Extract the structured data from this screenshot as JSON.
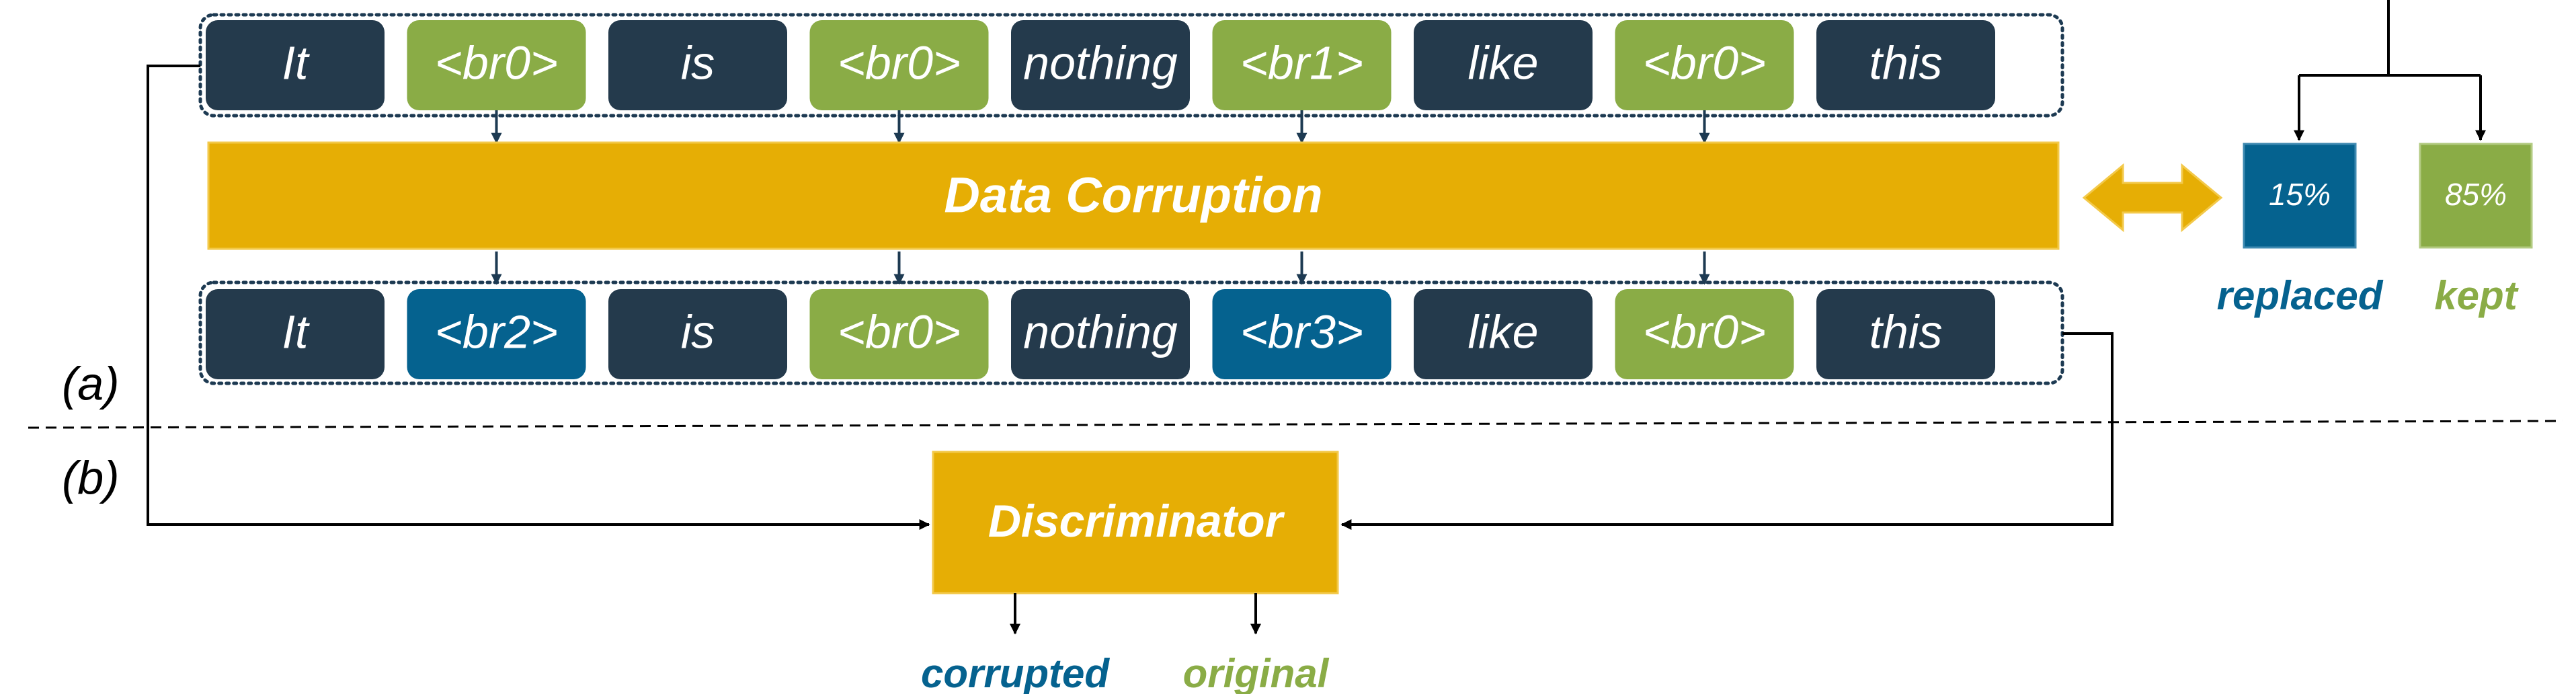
{
  "colors": {
    "dark": "#243a4c",
    "green": "#8aac46",
    "blue": "#05628f",
    "gold": "#e6ae05",
    "gold_light": "#f3c94a"
  },
  "section_labels": {
    "a": "(a)",
    "b": "(b)"
  },
  "input_tokens": [
    {
      "text": "It",
      "type": "word"
    },
    {
      "text": "<br0>",
      "type": "kept"
    },
    {
      "text": "is",
      "type": "word"
    },
    {
      "text": "<br0>",
      "type": "kept"
    },
    {
      "text": "nothing",
      "type": "word"
    },
    {
      "text": "<br1>",
      "type": "kept"
    },
    {
      "text": "like",
      "type": "word"
    },
    {
      "text": "<br0>",
      "type": "kept"
    },
    {
      "text": "this",
      "type": "word"
    }
  ],
  "corrupted_tokens": [
    {
      "text": "It",
      "type": "word"
    },
    {
      "text": "<br2>",
      "type": "replaced"
    },
    {
      "text": "is",
      "type": "word"
    },
    {
      "text": "<br0>",
      "type": "kept"
    },
    {
      "text": "nothing",
      "type": "word"
    },
    {
      "text": "<br3>",
      "type": "replaced"
    },
    {
      "text": "like",
      "type": "word"
    },
    {
      "text": "<br0>",
      "type": "kept"
    },
    {
      "text": "this",
      "type": "word"
    }
  ],
  "corruption_label": "Data Corruption",
  "discriminator_label": "Discriminator",
  "legend": {
    "replaced_percent": "15%",
    "kept_percent": "85%",
    "replaced_label": "replaced",
    "kept_label": "kept"
  },
  "outputs": {
    "corrupted_label": "corrupted",
    "original_label": "original"
  }
}
